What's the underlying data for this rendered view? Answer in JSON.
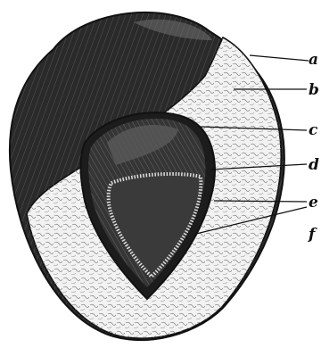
{
  "figure": {
    "labels": {
      "a": "a",
      "b": "b",
      "c": "c",
      "d": "d",
      "e": "e",
      "f": "f"
    },
    "colors": {
      "ink": "#111111",
      "husk": "#2a2a2a",
      "husk_highlight": "#6a6a6a",
      "flesh": "#f2f2f2",
      "cavity": "#3a3a3a",
      "seed_coat": "#1c1c1c",
      "paper": "#ffffff"
    }
  }
}
